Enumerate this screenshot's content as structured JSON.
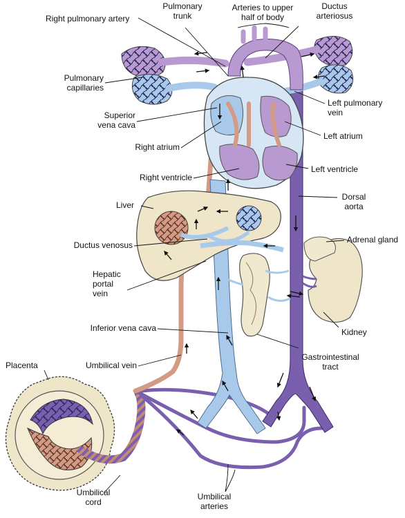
{
  "labels": {
    "right_pulmonary_artery": "Right pulmonary artery",
    "pulmonary_trunk": "Pulmonary\ntrunk",
    "arteries_upper": "Arteries to upper\nhalf of body",
    "ductus_arteriosus": "Ductus\narteriosus",
    "pulmonary_capillaries": "Pulmonary\ncapillaries",
    "left_pulmonary_vein": "Left pulmonary\nvein",
    "superior_vena_cava": "Superior\nvena cava",
    "left_atrium": "Left atrium",
    "right_atrium": "Right atrium",
    "right_ventricle": "Right ventricle",
    "left_ventricle": "Left ventricle",
    "liver": "Liver",
    "dorsal_aorta": "Dorsal\naorta",
    "ductus_venosus": "Ductus venosus",
    "adrenal_gland": "Adrenal gland",
    "hepatic_portal_vein": "Hepatic\nportal\nvein",
    "inferior_vena_cava": "Inferior vena cava",
    "kidney": "Kidney",
    "umbilical_vein": "Umbilical vein",
    "placenta": "Placenta",
    "gastrointestinal_tract": "Gastrointestinal\ntract",
    "umbilical_cord": "Umbilical\ncord",
    "umbilical_arteries": "Umbilical\narteries"
  },
  "colors": {
    "oxygenated_blue": "#a9c9ea",
    "deoxygenated_purple": "#7a5fae",
    "mixed_lavender": "#b89ad0",
    "umbilical_vein_salmon": "#d39a86",
    "organ_tan": "#efe5c8",
    "outline": "#3a3a3a"
  }
}
